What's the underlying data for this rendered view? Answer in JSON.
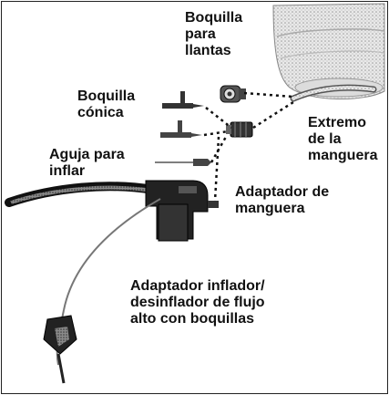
{
  "labels": {
    "tire_nozzle": [
      "Boquilla",
      "para",
      "llantas"
    ],
    "conical_nozzle": [
      "Boquilla",
      "cónica"
    ],
    "inflation_needle": [
      "Aguja para",
      "inflar"
    ],
    "hose_end": [
      "Extremo",
      "de la",
      "manguera"
    ],
    "hose_adapter": [
      "Adaptador de",
      "manguera"
    ],
    "inflator_adapter": [
      "Adaptador inflador/",
      "desinflador de flujo",
      "alto con boquillas"
    ]
  },
  "colors": {
    "ink": "#111111",
    "background": "#ffffff"
  }
}
